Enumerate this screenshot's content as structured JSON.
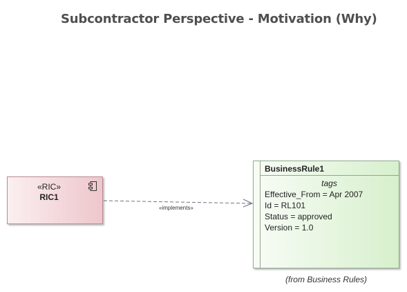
{
  "diagram": {
    "title": "Subcontractor Perspective - Motivation (Why)"
  },
  "component": {
    "stereotype": "«RIC»",
    "name": "RIC1",
    "icon": "component-icon"
  },
  "connector": {
    "label": "«implements»",
    "style": "dashed",
    "arrow": "open-arrow"
  },
  "business_rule": {
    "name": "BusinessRule1",
    "section": "tags",
    "tags": [
      "Effective_From = Apr 2007",
      "Id = RL101",
      "Status = approved",
      "Version = 1.0"
    ],
    "package_note": "(from Business Rules)"
  },
  "colors": {
    "component_fill": "#f3d6da",
    "component_border": "#b98a8f",
    "rule_fill": "#e4f5dd",
    "rule_border": "#8fa88c",
    "title": "#4f4f4f"
  }
}
